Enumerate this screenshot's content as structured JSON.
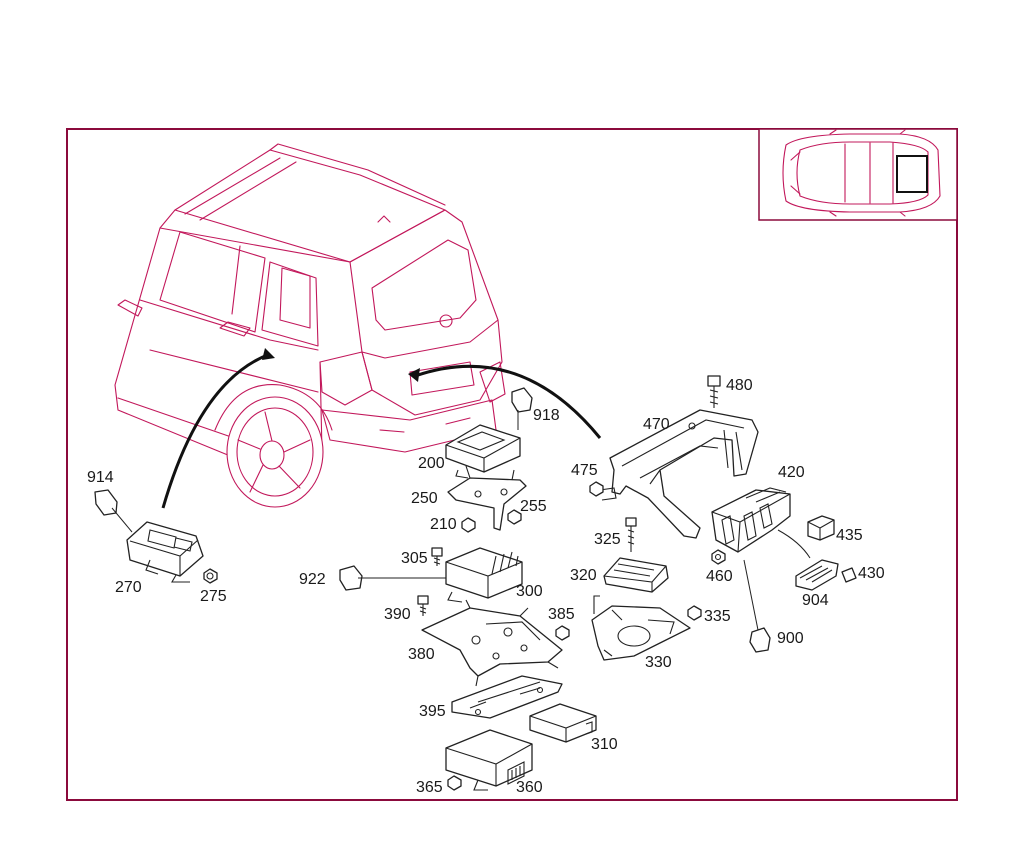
{
  "diagram": {
    "frame_color": "#8b0a3c",
    "outline_color": "#c2185b",
    "part_numbers": {
      "p914": "914",
      "p270": "270",
      "p275": "275",
      "p918": "918",
      "p200": "200",
      "p250": "250",
      "p255": "255",
      "p210": "210",
      "p922": "922",
      "p305": "305",
      "p300": "300",
      "p390": "390",
      "p385": "385",
      "p380": "380",
      "p395": "395",
      "p310": "310",
      "p365": "365",
      "p360": "360",
      "p470": "470",
      "p480": "480",
      "p475": "475",
      "p420": "420",
      "p325": "325",
      "p320": "320",
      "p460": "460",
      "p435": "435",
      "p430": "430",
      "p904": "904",
      "p335": "335",
      "p330": "330",
      "p900": "900"
    }
  }
}
